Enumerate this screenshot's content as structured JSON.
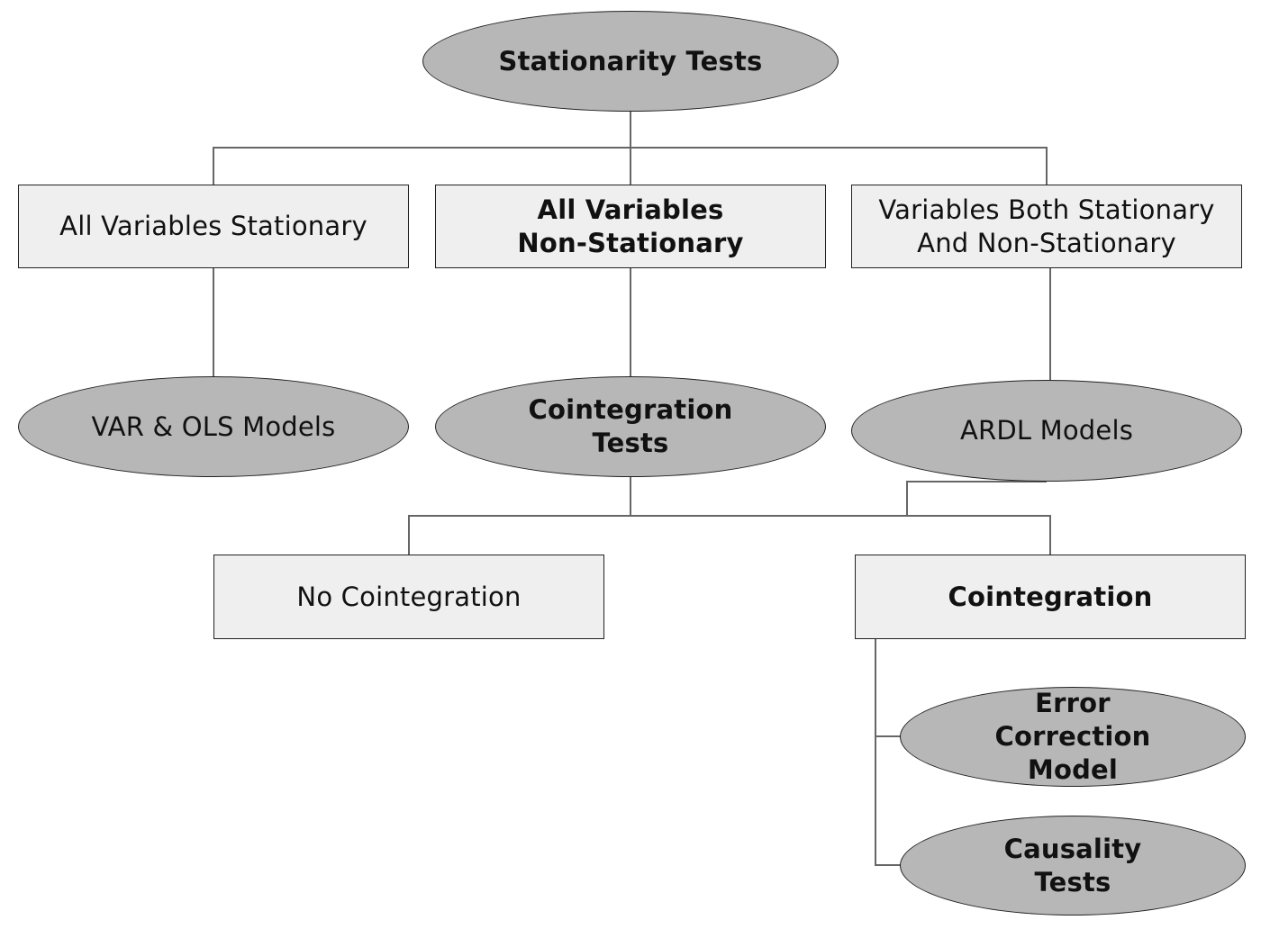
{
  "diagram": {
    "root": "Stationarity Tests",
    "branches": {
      "stationary": "All Variables Stationary",
      "non_stationary": "All Variables\nNon-Stationary",
      "mixed": "Variables Both Stationary\nAnd Non-Stationary"
    },
    "methods": {
      "var_ols": "VAR & OLS Models",
      "cointegration_tests": "Cointegration\nTests",
      "ardl": "ARDL Models"
    },
    "outcomes": {
      "no_cointegration": "No Cointegration",
      "cointegration": "Cointegration"
    },
    "follow_up": {
      "error_correction": "Error\nCorrection\nModel",
      "causality": "Causality\nTests"
    },
    "colors": {
      "ellipse_fill": "#b7b7b7",
      "box_fill": "#efefef",
      "stroke": "#222222",
      "connector": "#666666"
    }
  }
}
